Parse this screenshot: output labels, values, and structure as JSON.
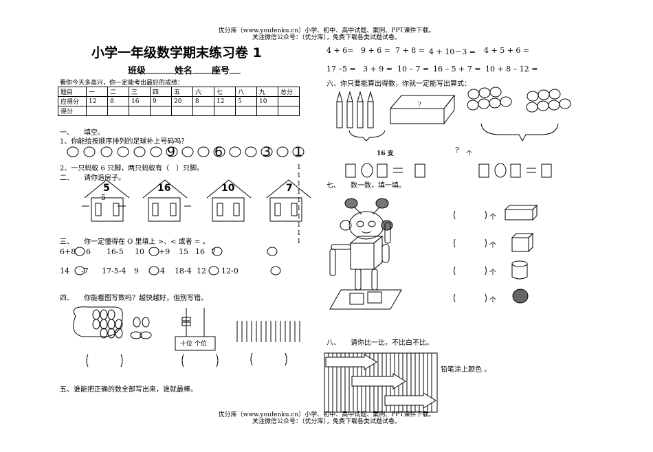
{
  "header": {
    "line1": "优分库（www.youfenku.cn）小学、初中、高中试题、案例、PPT课件下载。",
    "line2": "关注微信公众号：（优分库），免费下载各类试题试卷。"
  },
  "footer": {
    "line1": "优分库（www.youfenku.cn）小学、初中、高中试题、案例、PPT课件下载。",
    "line2": "关注微信公众号：（优分库），免费下载各类试题试卷。"
  },
  "title": "小学一年级数学期末练习卷 1",
  "student_line": {
    "class_label": "班级",
    "name_label": "姓名",
    "seat_label": "座号"
  },
  "instruction": "看你今天多高兴，你一定能考出最好的成绩：",
  "score_table": {
    "headers": [
      "题目",
      "一",
      "二",
      "三",
      "四",
      "五",
      "六",
      "七",
      "八",
      "九",
      "总分"
    ],
    "max_row": [
      "应得分",
      "12",
      "8",
      "16",
      "9",
      "20",
      "8",
      "12",
      "5",
      "10",
      ""
    ],
    "got_row": [
      "得分",
      "",
      "",
      "",
      "",
      "",
      "",
      "",
      "",
      "",
      ""
    ]
  },
  "section1": {
    "heading": "一、　　填空。",
    "q1": "1、你能给按顺序排列的足球补上号码吗？",
    "ball_numbers": [
      "9",
      "6",
      "3",
      "1"
    ],
    "q2": "2、一只蚂蚁 6 只脚，两只蚂蚁有（　）只脚。"
  },
  "section2": {
    "heading": "二、　　请你造房子。",
    "house_numbers": [
      "5",
      "16",
      "10",
      "7"
    ],
    "side_number": "5",
    "vertical_digits": [
      "1",
      "1",
      "1",
      "1",
      "1",
      "1",
      "1",
      "1",
      "1",
      "1"
    ]
  },
  "section3": {
    "heading": "三、　　你一定懂得在 O 里填上 >、< 或者 = 。",
    "row1": [
      "6+8",
      "6",
      "16-5",
      "10",
      "+9",
      "15",
      "16",
      "7"
    ],
    "row2": [
      "14",
      "-7",
      "17-5-4",
      "9",
      "4",
      "18-4",
      "12",
      "12-0"
    ]
  },
  "section4": {
    "heading": "四、　　你能看图写数吗？越快越好，但别写错。",
    "abacus_label": "十位 个位"
  },
  "section5": {
    "heading": "五、谁能把正确的数全部写出来，谁就最棒。",
    "row1": [
      "4 + 6=",
      "9 + 6 =",
      "7 + 8 =",
      "4 + 10－3 =",
      "4 + 5 + 6 ="
    ],
    "row2": [
      "17 –5 =",
      "3 + 9 =",
      "10 – 7 =",
      "16 – 5 + 7 =",
      "10 + 8 – 12 ="
    ]
  },
  "section6": {
    "heading": "六、你只要能算出得数，你就一定能写出算式：",
    "box_label": "?",
    "total_label": "16 支",
    "question_mark": "?",
    "unit": "个"
  },
  "section7": {
    "heading": "七、　　数一数，填一填。",
    "unit": "个"
  },
  "section8": {
    "heading": "八、　　请你比一比，不比白不比。",
    "note": "铅笔涂上颜色 。"
  }
}
